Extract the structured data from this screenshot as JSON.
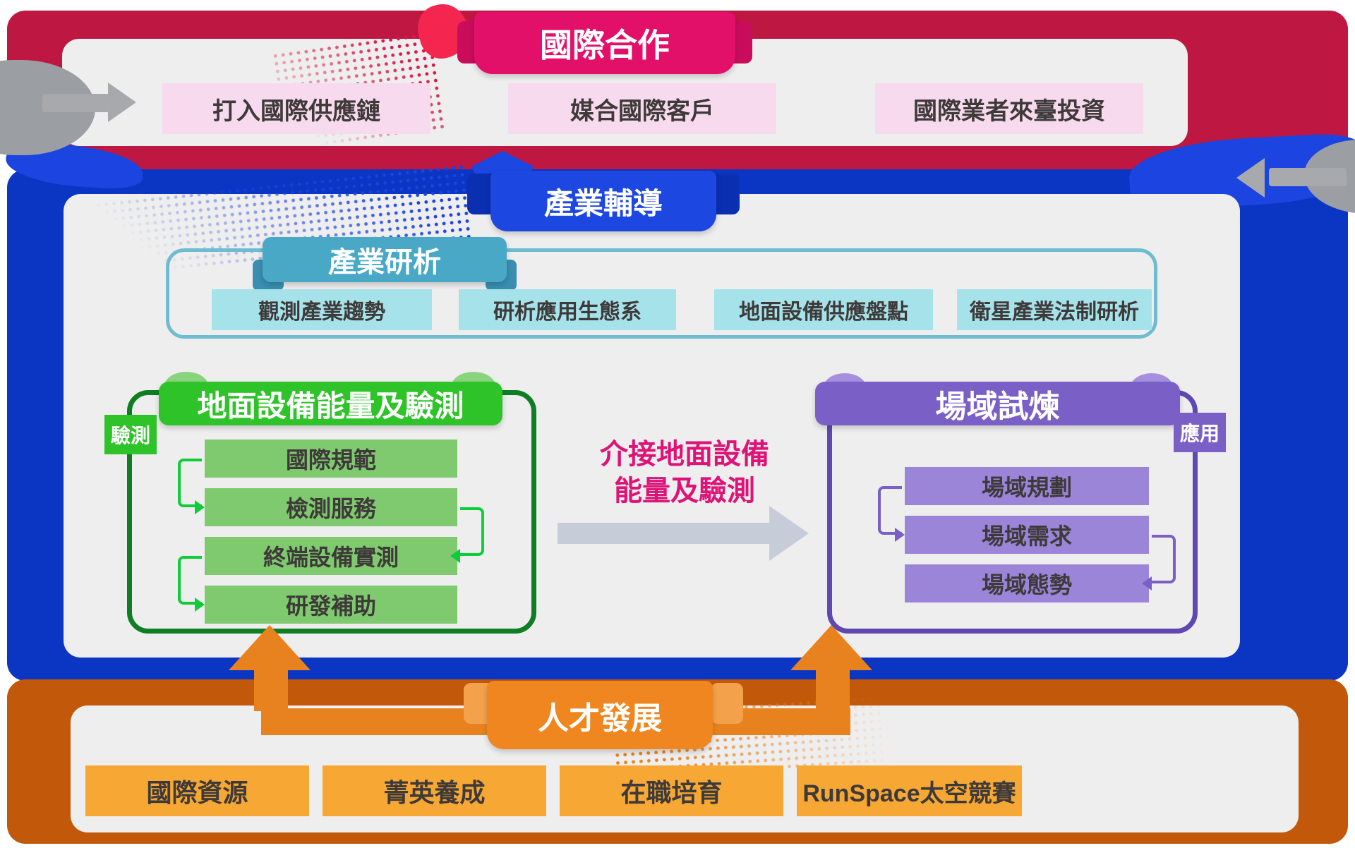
{
  "sections": {
    "international_cooperation": {
      "title": "國際合作",
      "items": [
        "打入國際供應鏈",
        "媒合國際客戶",
        "國際業者來臺投資"
      ]
    },
    "industry_guidance": {
      "title": "產業輔導"
    },
    "industry_research": {
      "title": "產業研析",
      "items": [
        "觀測產業趨勢",
        "研析應用生態系",
        "地面設備供應盤點",
        "衛星產業法制研析"
      ]
    },
    "ground_equipment": {
      "title": "地面設備能量及驗測",
      "side_tag": "驗測",
      "items": [
        "國際規範",
        "檢測服務",
        "終端設備實測",
        "研發補助"
      ]
    },
    "field_trial": {
      "title": "場域試煉",
      "side_tag": "應用",
      "items": [
        "場域規劃",
        "場域需求",
        "場域態勢"
      ]
    },
    "bridge_note": {
      "line1": "介接地面設備",
      "line2": "能量及驗測"
    },
    "talent_development": {
      "title": "人才發展",
      "items": [
        "國際資源",
        "菁英養成",
        "在職培育",
        "RunSpace太空競賽"
      ]
    }
  },
  "colors": {
    "crimson_band": "#BE1842",
    "magenta_tab": "#E31069",
    "blue_band": "#0B35C3",
    "blue_tab": "#1C47E0",
    "panel": "#EFEEEE",
    "pink_box": "#F8DAEE",
    "teal_ribbon": "#48A8C6",
    "teal_border": "#6FBCD1",
    "teal_box": "#A6E2EA",
    "green_border": "#0E7E22",
    "green_ribbon": "#2FC32A",
    "green_box": "#7FCA6F",
    "green_arrow": "#0ECC3A",
    "bridge_text": "#DE1377",
    "bridge_arrow": "#C7CDD8",
    "purple_border": "#5F48B0",
    "purple_ribbon": "#7A60C6",
    "purple_box": "#9B85D8",
    "orange_band": "#C2580A",
    "orange_tab": "#F0861F",
    "orange_box": "#F7A733",
    "orange_connector": "#E8821E",
    "gray_arrow": "#9B9EA3",
    "label_text": "#3E3A39"
  }
}
